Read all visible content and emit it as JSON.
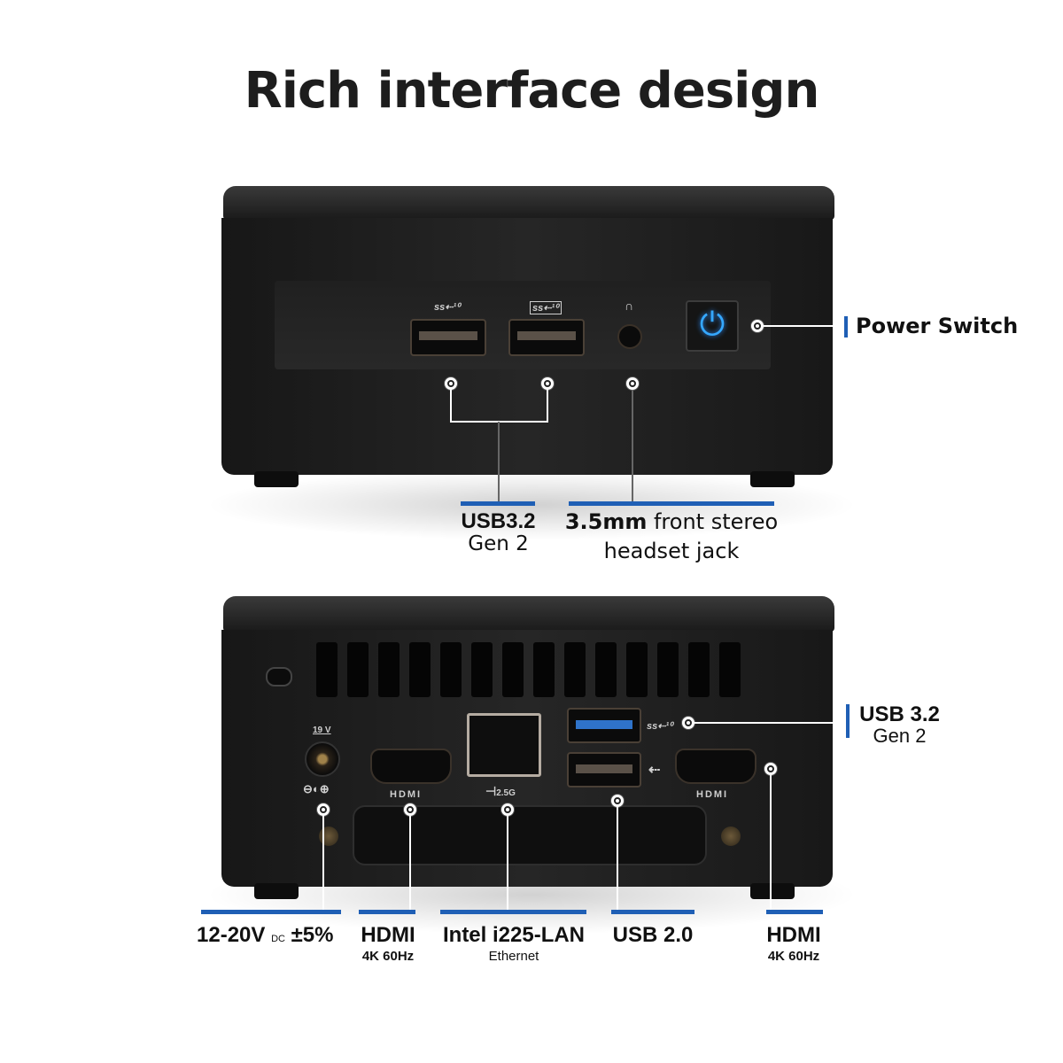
{
  "title": "Rich interface design",
  "front": {
    "icons": {
      "usb1": "ss⇠¹⁰",
      "usb2": "ss⇠¹⁰",
      "audio": "∩",
      "power": "⏻"
    },
    "labels": {
      "power": "Power Switch",
      "usb_bold": "USB3.2",
      "usb_sub": "Gen 2",
      "audio_bold": "3.5mm",
      "audio_rest": " front stereo",
      "audio_line2": "headset jack"
    }
  },
  "rear": {
    "icons": {
      "dc_volt": "19 V",
      "dc_polarity": "⊖◐⊕",
      "lan_speed": "2.5G",
      "hdmi_logo": "HDMI",
      "usb3": "ss⇠¹⁰",
      "usb2": "⇠"
    },
    "labels": {
      "usb32_bold": "USB 3.2",
      "usb32_sub": "Gen 2",
      "power_main": "12-20V",
      "power_dc": "DC",
      "power_tol": "±5%",
      "hdmi1_bold": "HDMI",
      "hdmi1_sub": "4K 60Hz",
      "lan_bold": "Intel i225-LAN",
      "lan_sub": "Ethernet",
      "usb20_bold": "USB 2.0",
      "hdmi2_bold": "HDMI",
      "hdmi2_sub": "4K 60Hz"
    }
  },
  "colors": {
    "accent": "#1f5fb5",
    "power_led": "#35a8ff",
    "device": "#1c1c1c"
  }
}
